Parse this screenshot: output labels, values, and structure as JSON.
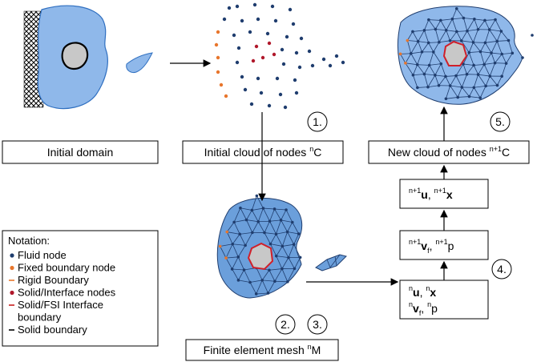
{
  "boxes": {
    "initial_domain": "Initial domain",
    "initial_cloud": "Initial cloud of nodes ",
    "initial_cloud_sup": "n",
    "initial_cloud_tail": "C",
    "new_cloud": "New cloud of nodes ",
    "new_cloud_sup": "n+1",
    "new_cloud_tail": "C",
    "fem_mesh": "Finite element mesh ",
    "fem_mesh_sup": "n",
    "fem_mesh_tail": "M"
  },
  "states": {
    "box_a": {
      "sup1": "n+1",
      "v1": "u",
      "sep": ", ",
      "sup2": "n+1",
      "v2": "x"
    },
    "box_b": {
      "sup1": "n+1",
      "v1": "v",
      "sub1": "f",
      "sep": ", ",
      "sup2": "n+1",
      "v2": "p"
    },
    "box_c": {
      "line1": {
        "sup1": "n",
        "v1": "u",
        "sep": ", ",
        "sup2": "n",
        "v2": "x"
      },
      "line2": {
        "sup1": "n",
        "v1": "v",
        "sub1": "f",
        "sep": ", ",
        "sup2": "n",
        "v2": "p"
      }
    }
  },
  "steps": {
    "step1": "1.",
    "step2": "2.",
    "step3": "3.",
    "step4": "4.",
    "step5": "5."
  },
  "notation": {
    "title": "Notation:",
    "items": [
      {
        "marker": "dot",
        "color": "#1f3d6e",
        "text": "Fluid node"
      },
      {
        "marker": "dot",
        "color": "#e8762c",
        "text": "Fixed boundary node"
      },
      {
        "marker": "dash",
        "color": "#e8762c",
        "text": "Rigid Boundary"
      },
      {
        "marker": "dot",
        "color": "#b0182b",
        "text": "Solid/Interface nodes"
      },
      {
        "marker": "dash",
        "color": "#c81e1e",
        "text": "Solid/FSI Interface"
      },
      {
        "marker": "none",
        "color": "",
        "text": "boundary"
      },
      {
        "marker": "dash",
        "color": "#000000",
        "text": "Solid boundary"
      }
    ]
  },
  "colors": {
    "fluid_fill": "#8fb8ea",
    "fluid_stroke": "#2f6fc0",
    "fluid_node": "#1f3d6e",
    "fixed_node": "#e8762c",
    "solid_node": "#b0182b",
    "solid_fill": "#c8c8c8",
    "mesh_edge": "#1f3d6e",
    "interface": "#d0202a"
  }
}
